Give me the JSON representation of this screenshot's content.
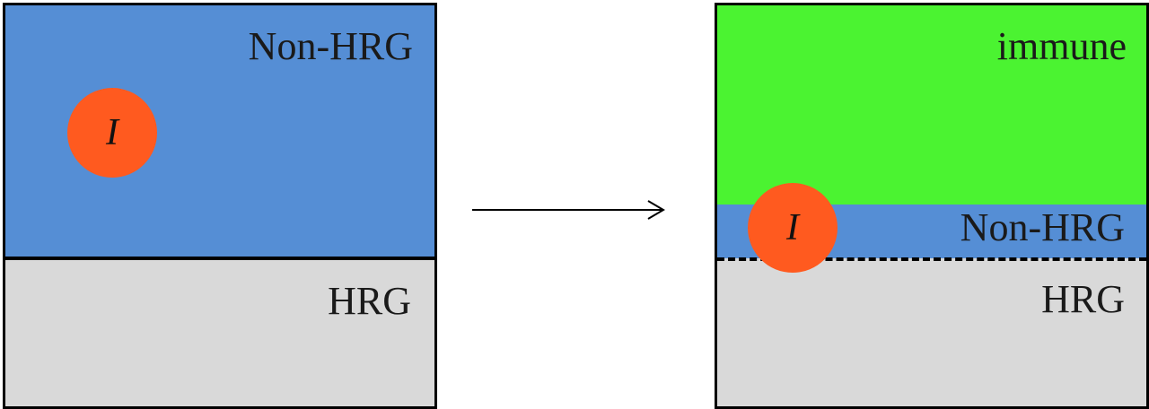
{
  "colors": {
    "non_hrg": "#558ED5",
    "hrg": "#D9D9D9",
    "immune": "#4BF331",
    "infected": "#FF5A1F",
    "border": "#000000"
  },
  "left_panel": {
    "non_hrg_label": "Non-HRG",
    "hrg_label": "HRG",
    "infected_label": "I"
  },
  "right_panel": {
    "immune_label": "immune",
    "non_hrg_label": "Non-HRG",
    "hrg_label": "HRG",
    "infected_label": "I"
  },
  "arrow": {
    "icon": "right-arrow-icon"
  }
}
